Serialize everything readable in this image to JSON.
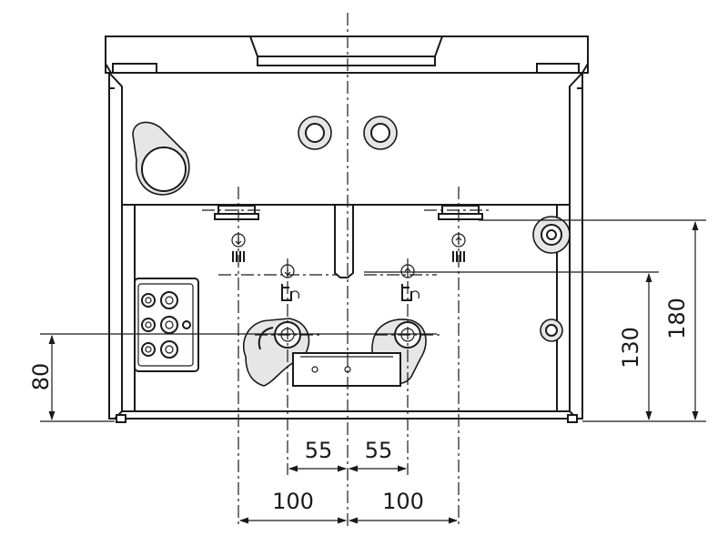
{
  "dimensions": {
    "left_height": "80",
    "right_inner_height": "130",
    "right_outer_height": "180",
    "pipe_spacing_left": "55",
    "pipe_spacing_right": "55",
    "outer_spacing_left": "100",
    "outer_spacing_right": "100"
  },
  "icons": {
    "heating_flow": "arrow-up-radiator-icon",
    "heating_return": "arrow-down-radiator-icon",
    "cold_water": "arrow-down-tap-icon",
    "hot_water": "arrow-up-tap-icon"
  },
  "colors": {
    "stroke": "#1a1a1a",
    "shade": "#e6e6e6",
    "background": "#ffffff"
  }
}
